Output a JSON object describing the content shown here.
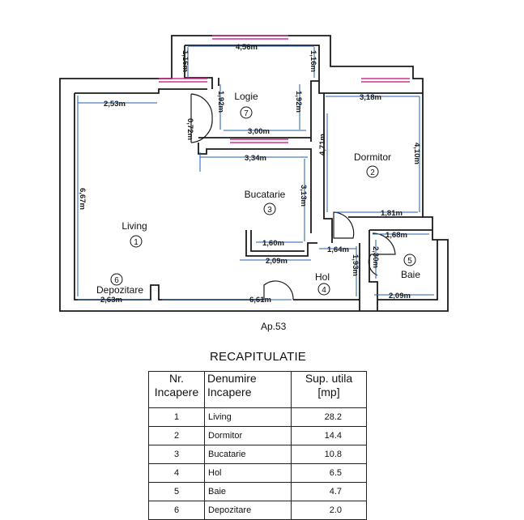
{
  "plan": {
    "caption": "Ap.53",
    "rooms": [
      {
        "name": "Living",
        "number": "1"
      },
      {
        "name": "Dormitor",
        "number": "2"
      },
      {
        "name": "Bucatarie",
        "number": "3"
      },
      {
        "name": "Hol",
        "number": "4"
      },
      {
        "name": "Baie",
        "number": "5"
      },
      {
        "name": "Depozitare",
        "number": "6"
      },
      {
        "name": "Logie",
        "number": "7"
      }
    ],
    "dimensions": [
      "4,56m",
      "1,16m",
      "1,16m",
      "2,53m",
      "1,92m",
      "1,92m",
      "3,18m",
      "0,72m",
      "3,00m",
      "3,34m",
      "4,71m",
      "4,10m",
      "6,67m",
      "3,13m",
      "1,81m",
      "1,68m",
      "1,60m",
      "1,64m",
      "2,09m",
      "1,93m",
      "2,30m",
      "2,09m",
      "6,61m",
      "2,63m"
    ]
  },
  "recap": {
    "title": "RECAPITULATIE",
    "headers": {
      "col1_line1": "Nr.",
      "col1_line2": "Incapere",
      "col2_line1": "Denumire",
      "col2_line2": "Incapere",
      "col3_line1": "Sup. utila",
      "col3_line2": "[mp]"
    },
    "rows": [
      {
        "nr": "1",
        "name": "Living",
        "area": "28.2"
      },
      {
        "nr": "2",
        "name": "Dormitor",
        "area": "14.4"
      },
      {
        "nr": "3",
        "name": "Bucatarie",
        "area": "10.8"
      },
      {
        "nr": "4",
        "name": "Hol",
        "area": "6.5"
      },
      {
        "nr": "5",
        "name": "Baie",
        "area": "4.7"
      },
      {
        "nr": "6",
        "name": "Depozitare",
        "area": "2.0"
      }
    ]
  },
  "colors": {
    "wall": "#1a1a1a",
    "dimension": "#1f5fae",
    "window": "#d0308c"
  }
}
